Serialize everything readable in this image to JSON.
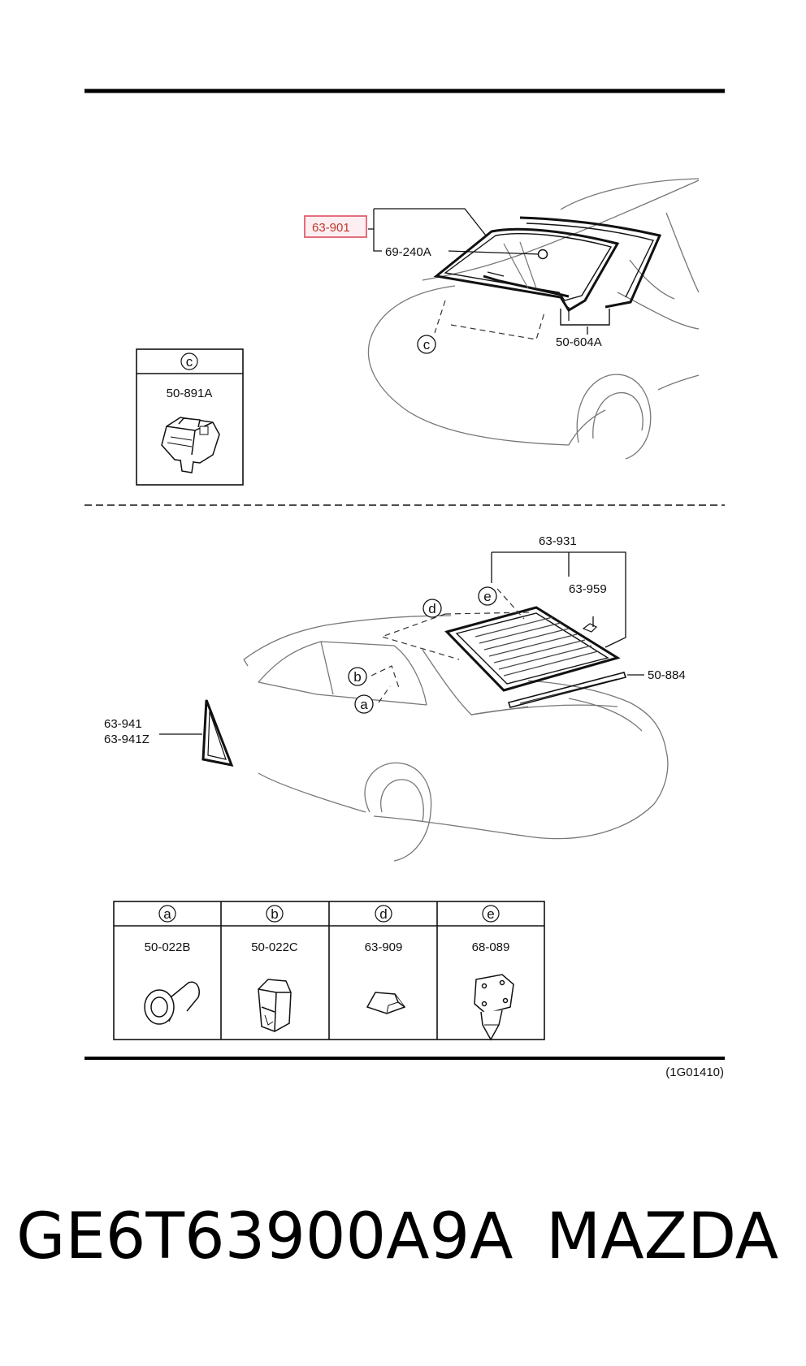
{
  "top_section": {
    "labels": {
      "highlighted": "63-901",
      "glass_molding": "69-240A",
      "weatherstrip": "50-604A",
      "callout_c": "c"
    },
    "inset_c": {
      "letter": "c",
      "part": "50-891A"
    },
    "highlight_color": "#e8a6b0"
  },
  "bottom_section": {
    "labels": {
      "rear_glass": "63-931",
      "clip_e": "e",
      "spacer": "63-959",
      "molding": "50-884",
      "callout_d": "d",
      "callout_b": "b",
      "callout_a": "a",
      "quarter_glass": "63-941",
      "quarter_glass_alt": "63-941Z"
    },
    "parts_table": [
      {
        "letter": "a",
        "part": "50-022B"
      },
      {
        "letter": "b",
        "part": "50-022C"
      },
      {
        "letter": "d",
        "part": "63-909"
      },
      {
        "letter": "e",
        "part": "68-089"
      }
    ]
  },
  "diagram_ref": "(1G01410)",
  "footer": {
    "part_number": "GE6T63900A9A",
    "brand": "MAZDA"
  }
}
